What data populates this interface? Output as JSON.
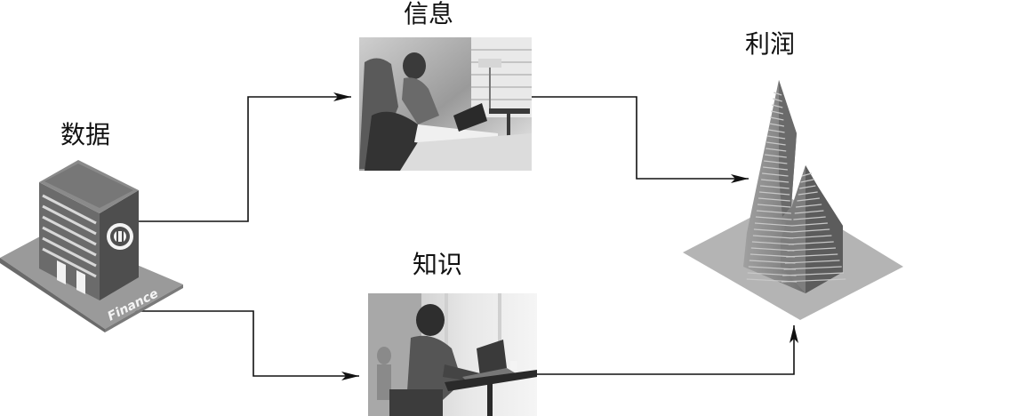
{
  "labels": {
    "data": "数据",
    "information": "信息",
    "knowledge": "知识",
    "profit": "利润"
  },
  "building": {
    "sign_text": "Finance",
    "icon": "finance-building-icon"
  },
  "photos": {
    "information": "woman-with-laptop-photo",
    "knowledge": "man-at-laptop-photo"
  },
  "pyramid": {
    "icon": "stepped-tower-icon"
  },
  "colors": {
    "line": "#111111",
    "building_dark": "#555555",
    "building_mid": "#7a7a7a",
    "base": "#b8b8b8",
    "tower": "#8c8c8c"
  }
}
